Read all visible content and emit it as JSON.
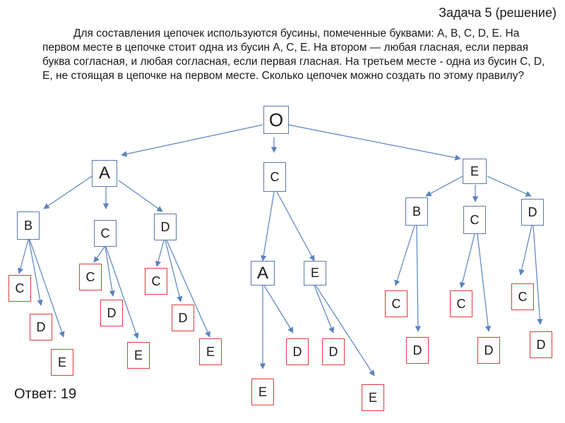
{
  "header": {
    "title": "Задача 5 (решение)",
    "problem": "Для составления цепочек используются бусины, помеченные буквами: A, B, C, D, E. На первом месте в цепочке стоит одна из бусин A, C, E. На втором — любая гласная, если первая буква согласная, и любая согласная, если первая гласная. На третьем месте - одна из бусин C, D, E, не стоящая в цепочке на первом месте. Сколько цепочек можно создать по этому правилу?"
  },
  "tree": {
    "root": "O",
    "level1": [
      "A",
      "C",
      "E"
    ],
    "level2": [
      "B",
      "C",
      "D",
      "A",
      "E",
      "B",
      "C",
      "D"
    ],
    "level3": [
      "C",
      "D",
      "E",
      "C",
      "D",
      "E",
      "C",
      "D",
      "E",
      "E",
      "D",
      "D",
      "E",
      "C",
      "D",
      "C",
      "D",
      "C",
      "D"
    ]
  },
  "answer": "Ответ: 19"
}
